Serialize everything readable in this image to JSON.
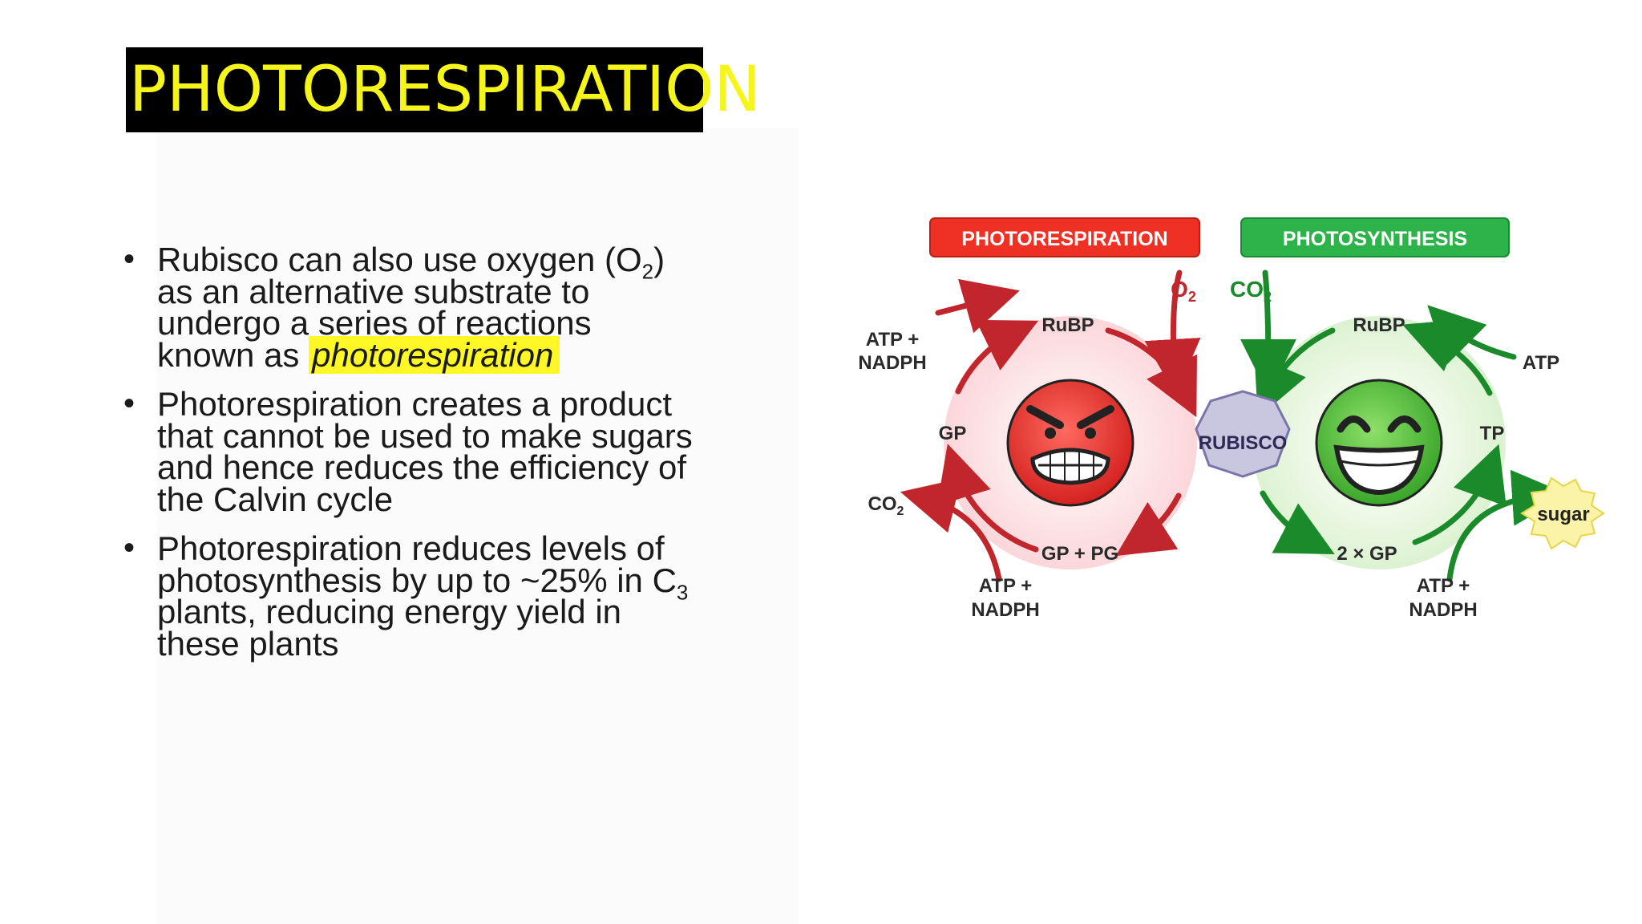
{
  "slide": {
    "title": "PHOTORESPIRATION",
    "bullets": [
      {
        "before": "Rubisco can also use oxygen (O",
        "sub": "2",
        "after": ") as an alternative substrate to undergo a series of reactions known as ",
        "highlight": "photorespiration",
        "tail": ""
      },
      {
        "before": "Photorespiration creates a product that cannot be used to make sugars and hence reduces the efficiency of the Calvin cycle",
        "sub": "",
        "after": "",
        "highlight": "",
        "tail": ""
      },
      {
        "before": "Photorespiration reduces levels of photosynthesis by up to ~25% in C",
        "sub": "3",
        "after": " plants, reducing energy yield in these plants",
        "highlight": "",
        "tail": ""
      }
    ]
  },
  "diagram": {
    "photorespiration_label": "PHOTORESPIRATION",
    "photosynthesis_label": "PHOTOSYNTHESIS",
    "o2": "O",
    "o2_sub": "2",
    "co2_top": "CO",
    "co2_top_sub": "2",
    "left_cycle": {
      "rubp": "RuBP",
      "atp_nadph_top_1": "ATP +",
      "atp_nadph_top_2": "NADPH",
      "gp": "GP",
      "co2": "CO",
      "co2_sub": "2",
      "gp_pg": "GP + PG",
      "atp_nadph_bottom_1": "ATP +",
      "atp_nadph_bottom_2": "NADPH"
    },
    "center": "RUBISCO",
    "right_cycle": {
      "rubp": "RuBP",
      "atp": "ATP",
      "tp": "TP",
      "sugar": "sugar",
      "two_gp": "2 × GP",
      "atp_nadph_1": "ATP +",
      "atp_nadph_2": "NADPH"
    },
    "colors": {
      "red": "#c0262b",
      "red_tag": "#ee3124",
      "green": "#1b8a2b",
      "green_tag": "#2cb34a",
      "pink_bg": "#fde8ea",
      "green_bg": "#eaf8e4",
      "rubisco_fill": "#c9c6e0",
      "sugar_fill": "#fbf3a8"
    },
    "icons": {
      "angry": "angry-face-icon",
      "happy": "happy-face-icon"
    }
  }
}
